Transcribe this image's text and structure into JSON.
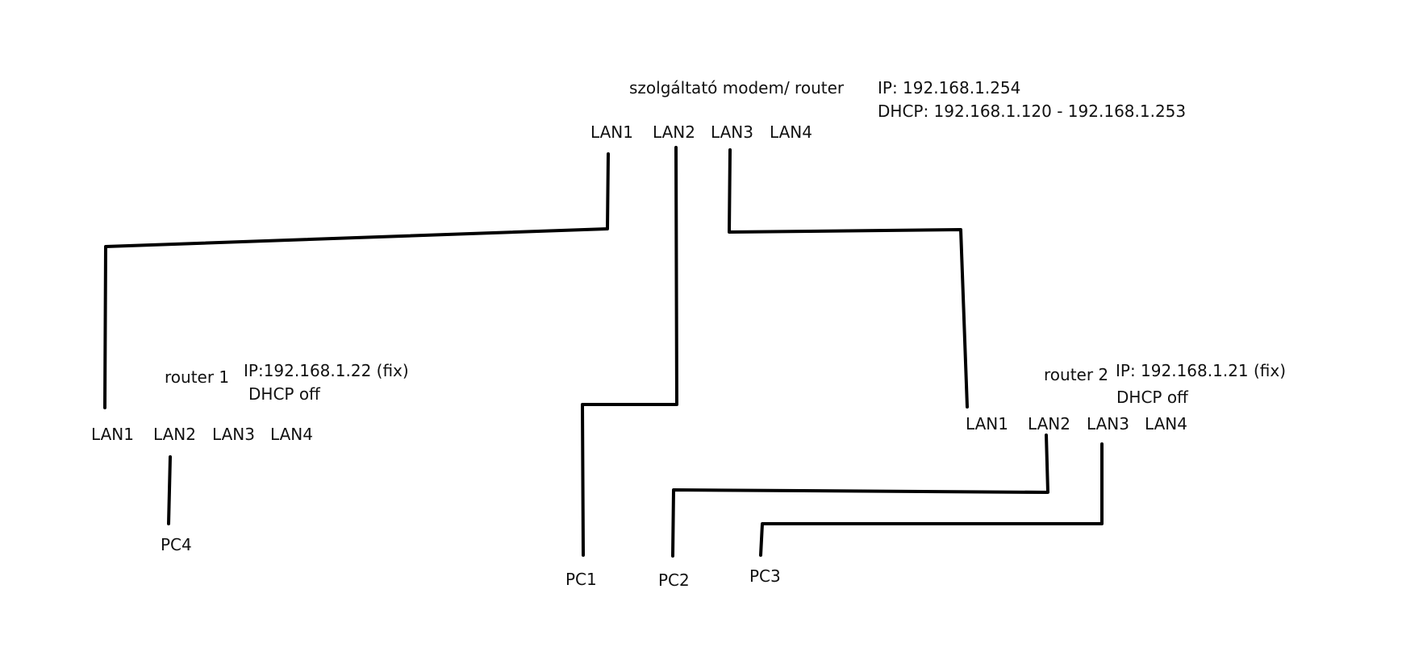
{
  "modem": {
    "name": "szolgáltató modem/ router",
    "ip": "IP: 192.168.1.254",
    "dhcp": "DHCP: 192.168.1.120 - 192.168.1.253",
    "ports": [
      "LAN1",
      "LAN2",
      "LAN3",
      "LAN4"
    ]
  },
  "router1": {
    "name": "router 1",
    "ip": "IP:192.168.1.22 (fix)",
    "dhcp": "DHCP off",
    "ports": [
      "LAN1",
      "LAN2",
      "LAN3",
      "LAN4"
    ]
  },
  "router2": {
    "name": "router 2",
    "ip": "IP: 192.168.1.21  (fix)",
    "dhcp": "DHCP off",
    "ports": [
      "LAN1",
      "LAN2",
      "LAN3",
      "LAN4"
    ]
  },
  "pcs": {
    "pc1": "PC1",
    "pc2": "PC2",
    "pc3": "PC3",
    "pc4": "PC4"
  },
  "colors": {
    "line": "#000000",
    "text": "#111111",
    "background": "#ffffff"
  }
}
